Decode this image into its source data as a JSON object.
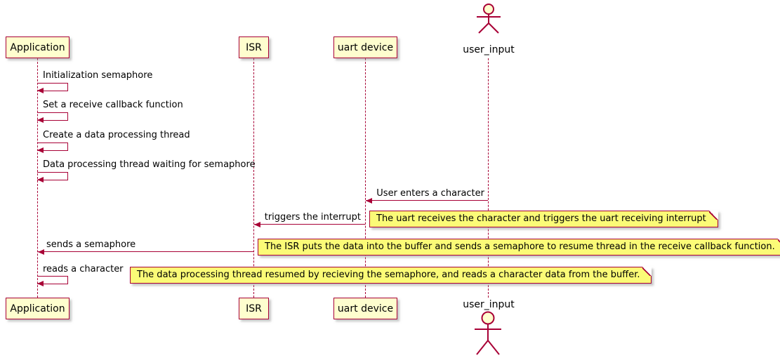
{
  "colors": {
    "border": "#A80036",
    "participant_fill": "#FEFECE",
    "note_fill": "#FBFB77",
    "background": "#FFFFFF"
  },
  "participants": {
    "application": "Application",
    "isr": "ISR",
    "uart": "uart device",
    "user": "user_input"
  },
  "messages": {
    "init": "Initialization semaphore",
    "set_callback": "Set a receive callback function",
    "create_thread": "Create a data processing thread",
    "wait_semaphore": "Data processing thread waiting for semaphore",
    "user_enters": "User enters a character",
    "triggers_interrupt": "triggers the interrupt",
    "sends_semaphore": "sends a semaphore",
    "reads_character": "reads a character"
  },
  "notes": {
    "uart_note": "The uart receives the character and triggers the uart receiving interrupt",
    "isr_note": "The ISR puts the data into the buffer and sends a semaphore to resume thread in the receive callback function.",
    "thread_note": "The data processing thread resumed by recieving the semaphore, and reads a character data from the buffer."
  }
}
